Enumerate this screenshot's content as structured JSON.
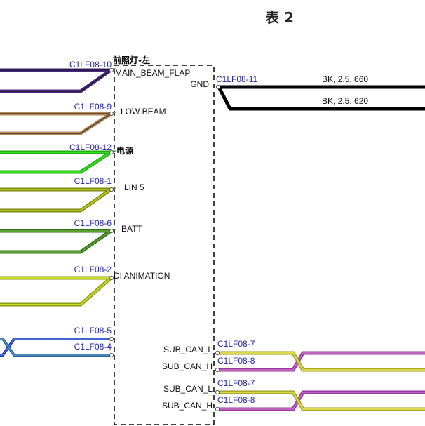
{
  "header": {
    "title": "表 2"
  },
  "connector": {
    "name": "前照灯-左"
  },
  "left_pins": [
    {
      "code": "C1LF08-10",
      "label": "MAIN_BEAM_FLAP",
      "outer": "#4a2a7a",
      "inner": "#2a1a55"
    },
    {
      "code": "C1LF08-9",
      "label": "LOW BEAM",
      "outer": "#b08a5a",
      "inner": "#6a4a35"
    },
    {
      "code": "C1LF08-12",
      "label": "电源",
      "outer": "#22b010",
      "inner": "#33dd22"
    },
    {
      "code": "C1LF08-1",
      "label": "LIN 5",
      "outer": "#7a8a10",
      "inner": "#b8c820"
    },
    {
      "code": "C1LF08-6",
      "label": "BATT",
      "outer": "#2f6e1a",
      "inner": "#5aa030"
    },
    {
      "code": "C1LF08-2",
      "label": "DI ANIMATION",
      "outer": "#8a9a10",
      "inner": "#c8dc20"
    }
  ],
  "can_pins": [
    {
      "code": "C1LF08-5",
      "color": "#1a2ac8"
    },
    {
      "code": "C1LF08-4",
      "color": "#2a6a9a"
    }
  ],
  "gnd": {
    "code": "C1LF08-11",
    "label": "GND",
    "wires": [
      "BK, 2.5, 660",
      "BK, 2.5, 620"
    ]
  },
  "sub_can_groups": [
    {
      "labels": [
        "SUB_CAN_L",
        "SUB_CAN_H"
      ],
      "codes": [
        "C1LF08-7",
        "C1LF08-8"
      ]
    },
    {
      "labels": [
        "SUB_CAN_L",
        "SUB_CAN_H"
      ],
      "codes": [
        "C1LF08-7",
        "C1LF08-8"
      ]
    }
  ],
  "colors": {
    "pin_code": "#2424a8",
    "gnd_wire": "#000000",
    "can_l": "#d8d84a",
    "can_h": "#9a3aa0"
  }
}
